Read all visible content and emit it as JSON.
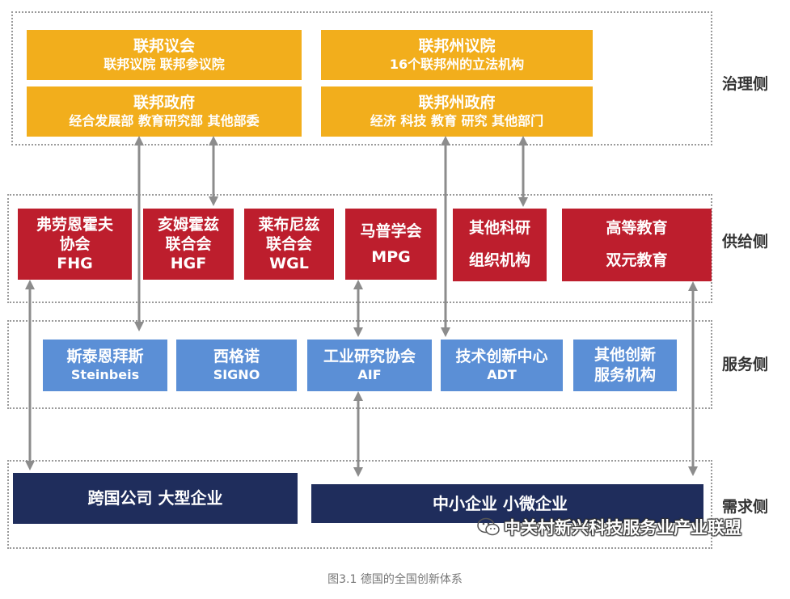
{
  "layers": {
    "governance": {
      "label": "治理侧"
    },
    "supply": {
      "label": "供给侧"
    },
    "service": {
      "label": "服务侧"
    },
    "demand": {
      "label": "需求侧"
    }
  },
  "governance": {
    "bundestag": {
      "title": "联邦议会",
      "sub": "联邦议院  联邦参议院"
    },
    "federal_gov": {
      "title": "联邦政府",
      "sub": "经合发展部  教育研究部  其他部委"
    },
    "state_parliament": {
      "title": "联邦州议院",
      "sub": "16个联邦州的立法机构"
    },
    "state_gov": {
      "title": "联邦州政府",
      "sub": "经济  科技  教育  研究  其他部门"
    }
  },
  "supply": {
    "fhg": {
      "l1": "弗劳恩霍夫",
      "l2": "协会",
      "l3": "FHG"
    },
    "hgf": {
      "l1": "亥姆霍兹",
      "l2": "联合会",
      "l3": "HGF"
    },
    "wgl": {
      "l1": "莱布尼兹",
      "l2": "联合会",
      "l3": "WGL"
    },
    "mpg": {
      "l1": "马普学会",
      "l2": "MPG"
    },
    "other_research": {
      "l1": "其他科研",
      "l2": "组织机构"
    },
    "higher_edu": {
      "l1": "高等教育",
      "l2": "双元教育"
    }
  },
  "service": {
    "steinbeis": {
      "l1": "斯泰恩拜斯",
      "l2": "Steinbeis"
    },
    "signo": {
      "l1": "西格诺",
      "l2": "SIGNO"
    },
    "aif": {
      "l1": "工业研究协会",
      "l2": "AIF"
    },
    "adt": {
      "l1": "技术创新中心",
      "l2": "ADT"
    },
    "other_service": {
      "l1": "其他创新",
      "l2": "服务机构"
    }
  },
  "demand": {
    "large": {
      "label": "跨国公司  大型企业"
    },
    "sme": {
      "label": "中小企业  小微企业"
    }
  },
  "watermark": {
    "text": "中关村新兴科技服务业产业联盟"
  },
  "caption": "图3.1 德国的全国创新体系",
  "colors": {
    "governance_box": "#f2ae1c",
    "supply_box": "#bd1e2d",
    "service_box": "#5b8fd6",
    "demand_box": "#1f2d5c",
    "arrow": "#8c8c8c"
  }
}
